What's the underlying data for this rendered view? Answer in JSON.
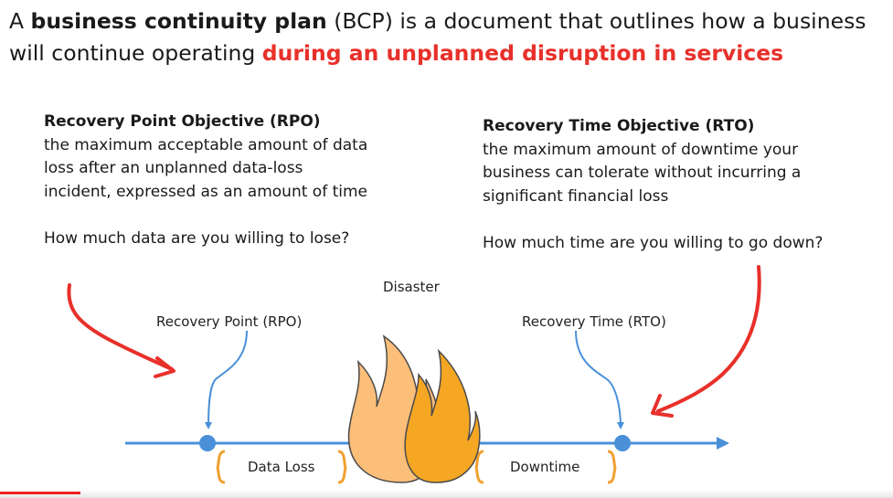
{
  "headline": {
    "prefix": "A ",
    "term": "business continuity plan",
    "middle": " (BCP) is a document that outlines how a business will continue operating ",
    "emphasis": "during an unplanned disruption in services"
  },
  "rpo": {
    "title": "Recovery Point Objective (RPO)",
    "description": "the maximum acceptable amount of data loss after an unplanned data-loss incident, expressed as an amount of time",
    "question": "How much data are you willing to lose?"
  },
  "rto": {
    "title": "Recovery Time Objective (RTO)",
    "description": "the maximum amount of downtime your business can tolerate without incurring a significant financial loss",
    "question": "How much time are you willing to go down?"
  },
  "timeline": {
    "disaster_label": "Disaster",
    "recovery_point_label": "Recovery Point (RPO)",
    "recovery_time_label": "Recovery Time (RTO)",
    "data_loss_label": "Data Loss",
    "downtime_label": "Downtime"
  },
  "colors": {
    "accent_red": "#e8302a",
    "timeline_blue": "#4a90d9",
    "bracket_orange": "#f0a030",
    "flame_light": "#fbbf7a",
    "flame_dark": "#f5a623"
  },
  "video": {
    "progress_percent": 9
  }
}
